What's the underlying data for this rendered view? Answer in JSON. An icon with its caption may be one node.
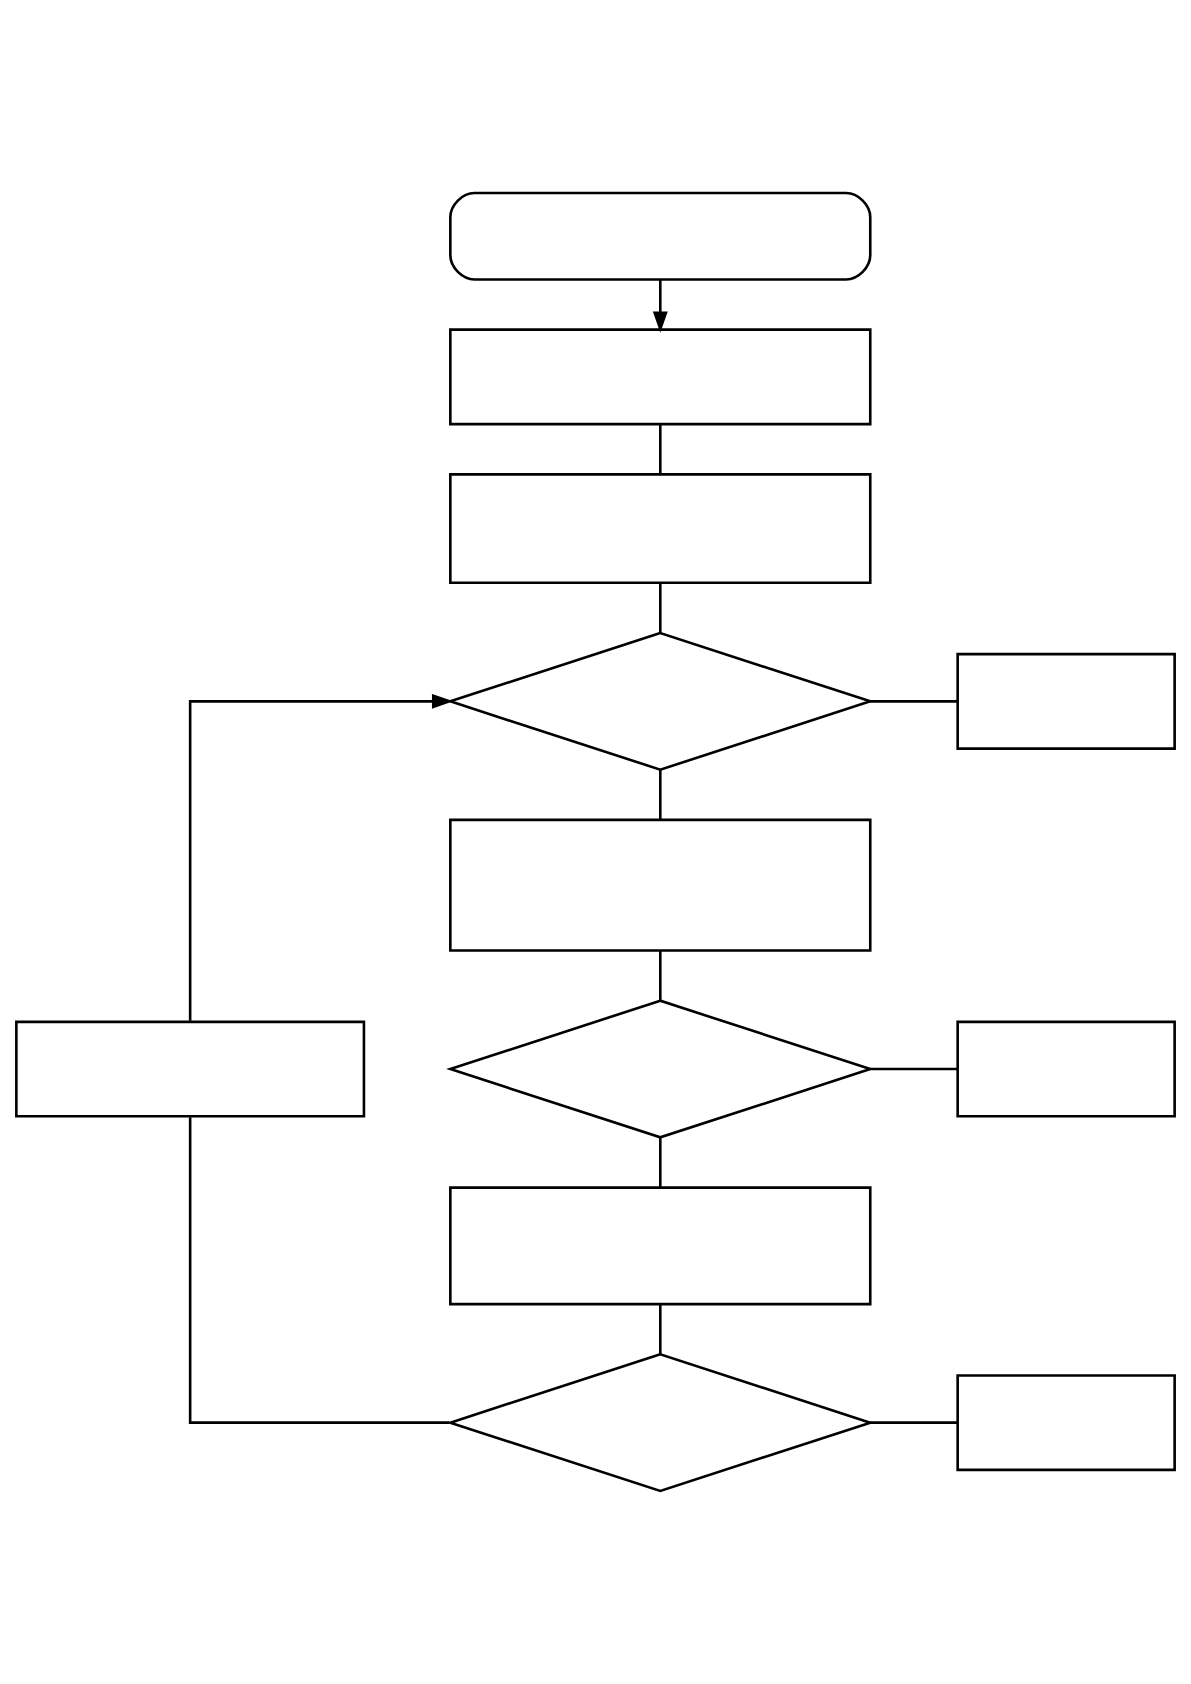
{
  "diagram": {
    "nodes": [
      {
        "text": [],
        "shape": "box"
      },
      {
        "text": [],
        "shape": "box"
      },
      {
        "text": [],
        "shape": "box"
      },
      {
        "text": [],
        "shape": "diamond"
      },
      {
        "text": [],
        "shape": "box"
      },
      {
        "text": [],
        "shape": "box"
      },
      {
        "text": [],
        "shape": "box"
      },
      {
        "text": [],
        "shape": "diamond"
      },
      {
        "text": [],
        "shape": "box"
      },
      {
        "text": [],
        "shape": "box"
      },
      {
        "text": [],
        "shape": "diamond"
      },
      {
        "text": [],
        "shape": "box"
      }
    ],
    "edges": [
      {
        "from": 0,
        "to": 1,
        "arrow": "to"
      },
      {
        "from": 1,
        "to": 2,
        "arrow": "none"
      },
      {
        "from": 2,
        "to": 3,
        "arrow": "none"
      },
      {
        "from": 3,
        "to": 4,
        "arrow": "none"
      },
      {
        "from": 3,
        "to": 5,
        "arrow": "none"
      },
      {
        "from": 5,
        "to": 7,
        "arrow": "none"
      },
      {
        "from": 7,
        "to": 8,
        "arrow": "none"
      },
      {
        "from": 7,
        "to": 9,
        "arrow": "none"
      },
      {
        "from": 9,
        "to": 10,
        "arrow": "none"
      },
      {
        "from": 10,
        "to": 11,
        "arrow": "none"
      },
      {
        "from": 10,
        "to": 6,
        "arrow": "none"
      },
      {
        "from": 6,
        "to": 3,
        "arrow": "to"
      }
    ]
  }
}
